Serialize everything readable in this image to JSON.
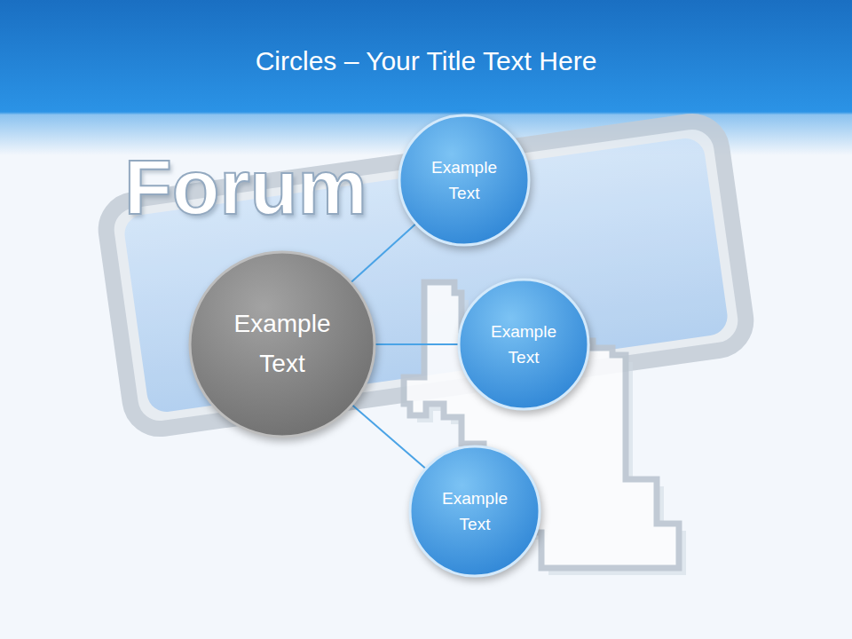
{
  "diagram": {
    "title": "Circles – Your Title Text Here",
    "nodes": [
      {
        "text": [
          "Example Text"
        ]
      },
      {
        "text": [
          "Example Text"
        ]
      },
      {
        "text": [
          "Example Text"
        ]
      },
      {
        "text": [
          "Example Text"
        ]
      }
    ],
    "edges": [
      {
        "from": 0,
        "to": 1,
        "arrow": "none"
      },
      {
        "from": 0,
        "to": 2,
        "arrow": "none"
      },
      {
        "from": 0,
        "to": 3,
        "arrow": "none"
      }
    ],
    "labels": [
      "Forum"
    ]
  }
}
